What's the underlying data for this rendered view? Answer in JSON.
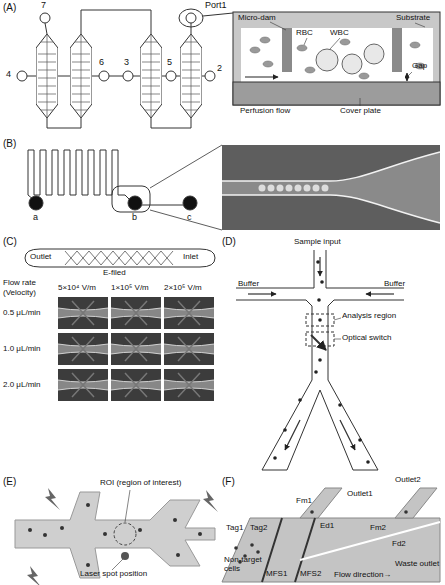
{
  "diagram": {
    "labels": [
      "(A)",
      "7",
      "Port1",
      "4",
      "6",
      "3",
      "5",
      "2",
      "Micro-dam",
      "RBC",
      "WBC",
      "Substrate",
      "Perfusion flow",
      "Cover plate",
      "Gap",
      "(B)",
      "a",
      "b",
      "c",
      "(C)",
      "Outlet",
      "Inlet",
      "E-filed",
      "Flow rate",
      "(Velocity)",
      "5×10⁴ V/m",
      "1×10⁵ V/m",
      "2×10⁵ V/m",
      "0.5 μL/min",
      "1.0 μL/min",
      "2.0 μL/min",
      "(D)",
      "Sample input",
      "Buffer",
      "Buffer",
      "Analysis region",
      "Optical switch",
      "(E)",
      "ROI (region of interest)",
      "Laser spot position",
      "(F)",
      "Fm1",
      "Outlet1",
      "Ed1",
      "Outlet2",
      "Tag1",
      "Tag2",
      "Fm2",
      "Fd2",
      "Waste outlet",
      "Non-target cells",
      "MFS1",
      "MFS2",
      "Flow direction→"
    ]
  }
}
